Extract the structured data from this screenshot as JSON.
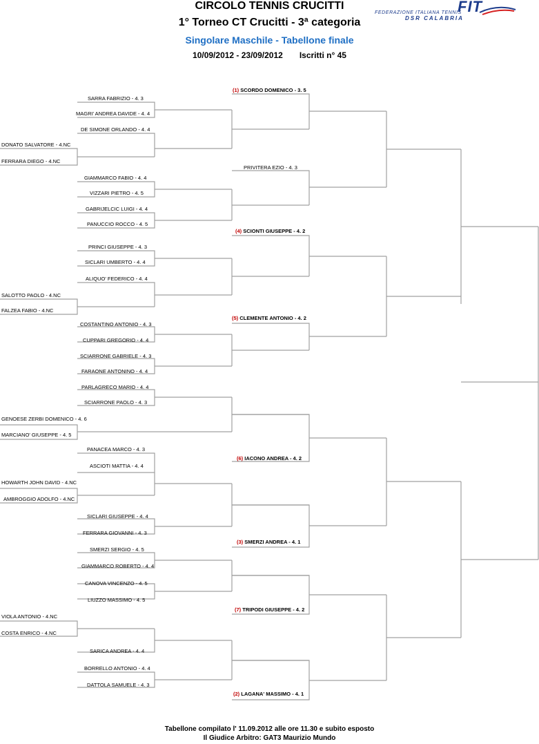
{
  "header": {
    "club": "CIRCOLO TENNIS CRUCITTI",
    "tournament": "1° Torneo CT Crucitti - 3ª categoria",
    "draw": "Singolare Maschile - Tabellone finale",
    "dates": "10/09/2012 - 23/09/2012",
    "entries": "Iscritti n° 45"
  },
  "logo": {
    "fit": "FIT",
    "federation": "FEDERAZIONE ITALIANA TENNIS",
    "region": "DSR CALABRIA",
    "colors": {
      "blue": "#1d3c8c",
      "red": "#d62020"
    }
  },
  "colors": {
    "line": "#a0a0a0",
    "seed": "#c00000",
    "subtitle": "#1f6fc4"
  },
  "players": {
    "p01": "SARRA FABRIZIO - 4. 3",
    "p02": "MAGRI' ANDREA DAVIDE - 4. 4",
    "p03": "DE SIMONE ORLANDO - 4. 4",
    "p04": "DONATO SALVATORE - 4.NC",
    "p05": "FERRARA DIEGO - 4.NC",
    "p06": "GIAMMARCO FABIO - 4. 4",
    "p07": "VIZZARI PIETRO - 4. 5",
    "p08": "GABRIJELCIC LUIGI - 4. 4",
    "p09": "PANUCCIO ROCCO - 4. 5",
    "p10": "PRINCI GIUSEPPE - 4. 3",
    "p11": "SICLARI UMBERTO - 4. 4",
    "p12": "ALIQUO' FEDERICO - 4. 4",
    "p13": "SALOTTO PAOLO - 4.NC",
    "p14": "FALZEA FABIO - 4.NC",
    "p15": "COSTANTINO ANTONIO - 4. 3",
    "p16": "CUPPARI GREGORIO - 4. 4",
    "p17": "SCIARRONE GABRIELE - 4. 3",
    "p18": "FARAONE ANTONINO - 4. 4",
    "p19": "PARLAGRECO MARIO - 4. 4",
    "p20": "SCIARRONE PAOLO - 4. 3",
    "p21": "GENOESE ZERBI DOMENICO - 4. 6",
    "p22": "MARCIANO' GIUSEPPE - 4. 5",
    "p23": "PANACEA MARCO - 4. 3",
    "p24": "ASCIOTI MATTIA - 4. 4",
    "p25": "HOWARTH JOHN DAVID - 4.NC",
    "p26": "AMBROGGIO ADOLFO - 4.NC",
    "p27": "SICLARI GIUSEPPE - 4. 4",
    "p28": "FERRARA GIOVANNI - 4. 3",
    "p29": "SMERZI SERGIO - 4. 5",
    "p30": "GIAMMARCO ROBERTO - 4. 4",
    "p31": "CANOVA VINCENZO - 4. 5",
    "p32": "LIUZZO MASSIMO - 4. 5",
    "p33": "VIOLA ANTONIO - 4.NC",
    "p34": "COSTA ENRICO - 4.NC",
    "p35": "SARICA ANDREA - 4. 4",
    "p36": "BORRELLO ANTONIO - 4. 4",
    "p37": "DATTOLA SAMUELE - 4. 3",
    "p38": "PRIVITERA EZIO - 4. 3"
  },
  "seeds": {
    "s1": {
      "num": "(1)",
      "name": "SCORDO DOMENICO - 3. 5"
    },
    "s4": {
      "num": "(4)",
      "name": "SCIONTI GIUSEPPE - 4. 2"
    },
    "s5": {
      "num": "(5)",
      "name": "CLEMENTE ANTONIO - 4. 2"
    },
    "s6": {
      "num": "(6)",
      "name": "IACONO ANDREA - 4. 2"
    },
    "s3": {
      "num": "(3)",
      "name": "SMERZI ANDREA - 4. 1"
    },
    "s7": {
      "num": "(7)",
      "name": "TRIPODI GIUSEPPE - 4. 2"
    },
    "s2": {
      "num": "(2)",
      "name": "LAGANA' MASSIMO - 4. 1"
    }
  },
  "footer": {
    "line1": "Tabellone compilato l' 11.09.2012 alle ore 11.30 e subito esposto",
    "line2": "Il Giudice Arbitro: GAT3 Maurizio Mundo"
  }
}
